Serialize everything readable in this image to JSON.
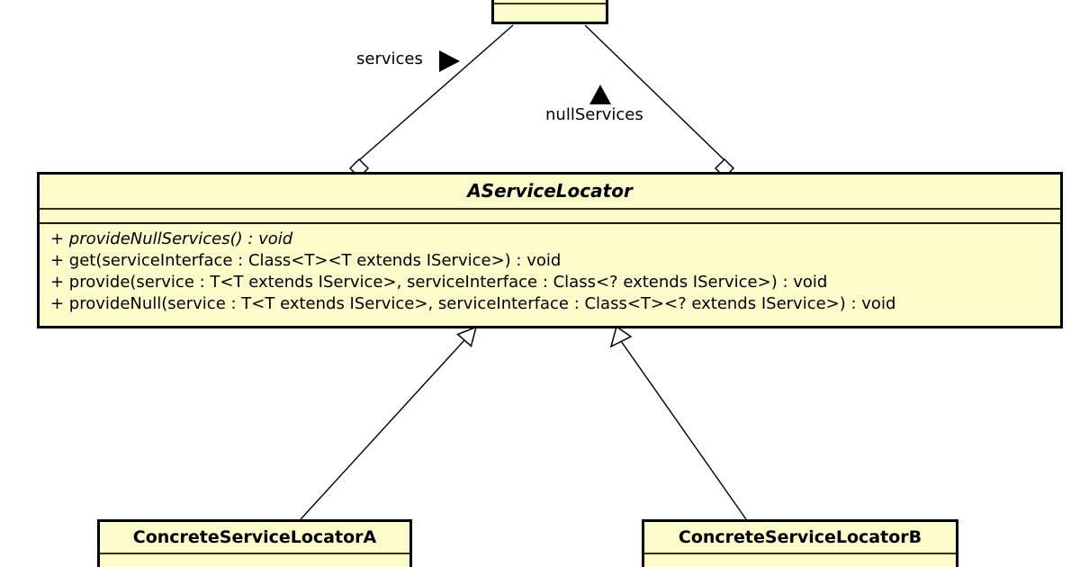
{
  "diagram": {
    "type": "uml-class-diagram",
    "colors": {
      "node_fill": "#FCFCCB",
      "node_border": "#000000",
      "divider": "#32321E",
      "background": "#FFFFFF",
      "line": "#000000"
    },
    "top_class": {
      "name": "",
      "note": "class box cropped at top edge of image, only empty compartments visible"
    },
    "associations": [
      {
        "label": "services",
        "direction_icon": "right-filled-arrow",
        "end_marker": "hollow-diamond"
      },
      {
        "label": "nullServices",
        "direction_icon": "up-filled-arrow",
        "end_marker": "hollow-diamond"
      }
    ],
    "main_class": {
      "name": "AServiceLocator",
      "abstract": true,
      "attributes": [],
      "methods": [
        {
          "text": "+ provideNullServices() : void",
          "abstract": true
        },
        {
          "text": "+ get(serviceInterface : Class<T><T extends IService>) : void",
          "abstract": false
        },
        {
          "text": "+ provide(service : T<T extends IService>, serviceInterface : Class<? extends IService>) : void",
          "abstract": false
        },
        {
          "text": "+ provideNull(service : T<T extends IService>, serviceInterface : Class<T><? extends IService>) : void",
          "abstract": false
        }
      ]
    },
    "subclasses": [
      {
        "name": "ConcreteServiceLocatorA",
        "relation": "generalization"
      },
      {
        "name": "ConcreteServiceLocatorB",
        "relation": "generalization"
      }
    ]
  }
}
